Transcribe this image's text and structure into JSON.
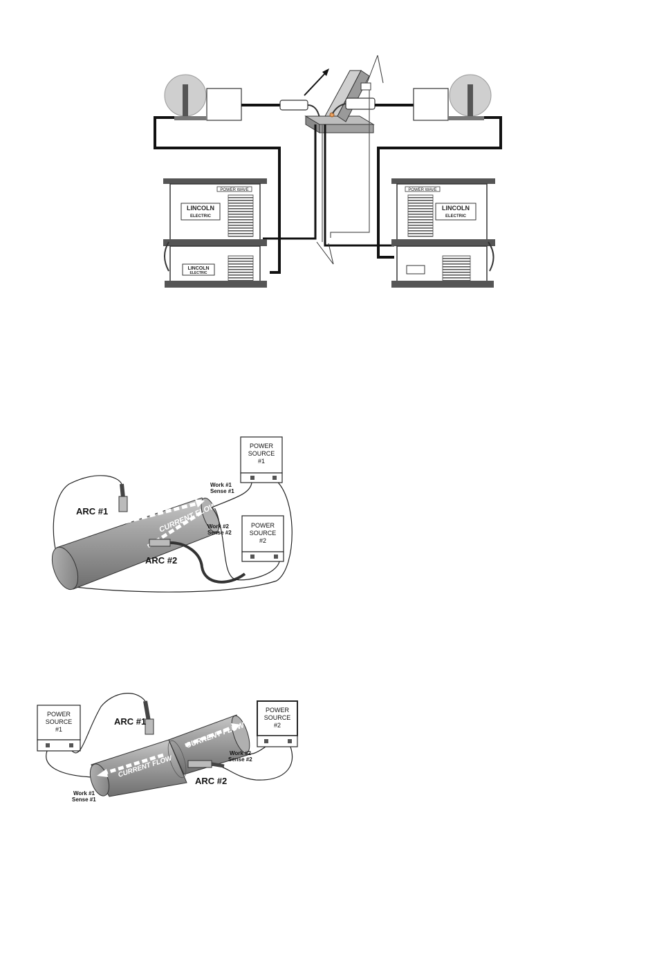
{
  "figure1": {
    "brand_top": "LINCOLN",
    "brand_bottom": "ELECTRIC",
    "model_label": "POWER WAVE"
  },
  "figure2": {
    "power_source_1": [
      "POWER",
      "SOURCE",
      "#1"
    ],
    "power_source_2": [
      "POWER",
      "SOURCE",
      "#2"
    ],
    "arc_1": "ARC #1",
    "arc_2": "ARC #2",
    "work_sense_1": [
      "Work #1",
      "Sense #1"
    ],
    "work_sense_2": [
      "Work #2",
      "Sense #2"
    ],
    "current_flow": "CURRENT FLOW"
  },
  "figure3": {
    "power_source_1": [
      "POWER",
      "SOURCE",
      "#1"
    ],
    "power_source_2": [
      "POWER",
      "SOURCE",
      "#2"
    ],
    "arc_1": "ARC #1",
    "arc_2": "ARC #2",
    "work_sense_1": [
      "Work #1",
      "Sense #1"
    ],
    "work_sense_2": [
      "Work #2",
      "Sense #2"
    ],
    "current_flow_left": "CURRENT FLOW",
    "current_flow_right": "CURRENT FLOW"
  }
}
